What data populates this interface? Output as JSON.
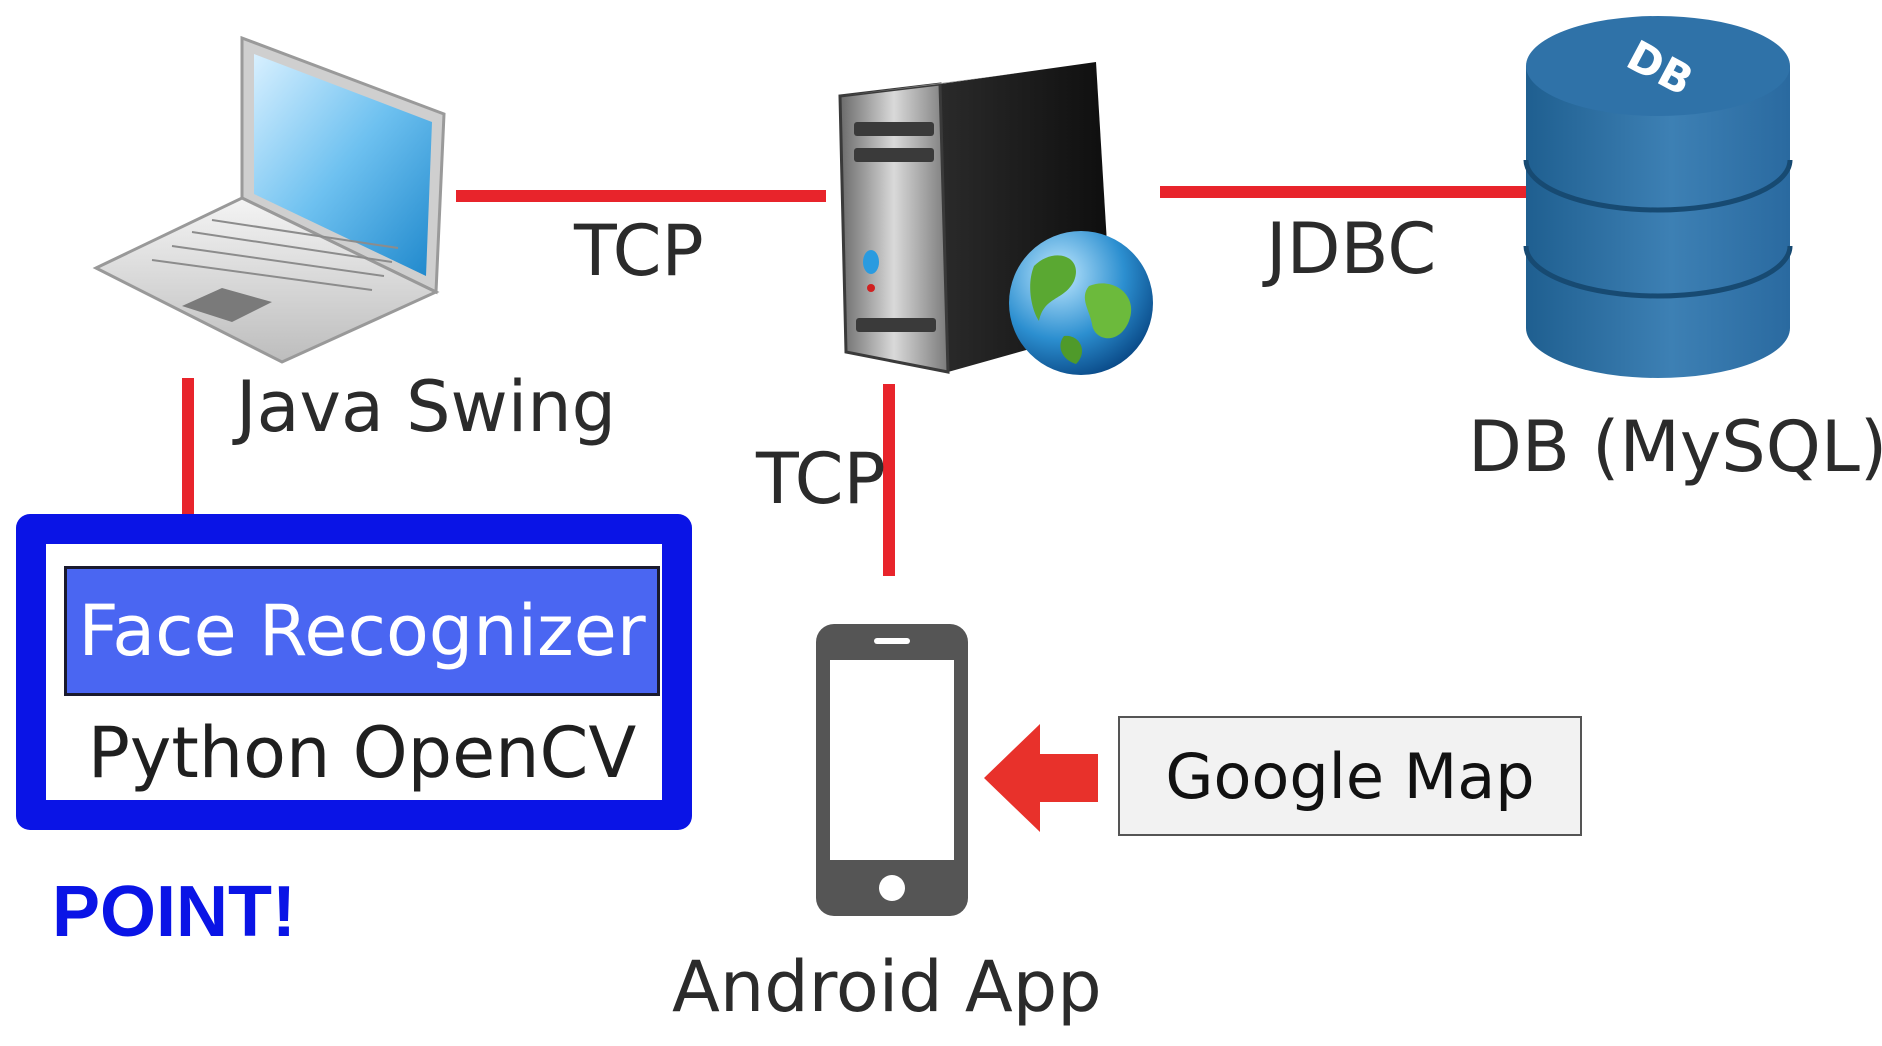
{
  "nodes": {
    "client": {
      "label": "Java Swing"
    },
    "database": {
      "label": "DB (MySQL)",
      "icon_text": "DB"
    },
    "mobile": {
      "label": "Android App"
    },
    "server": {
      "label": ""
    }
  },
  "connections": {
    "client_server": "TCP",
    "server_db": "JDBC",
    "server_mobile": "TCP"
  },
  "highlight": {
    "face_recognizer": "Face Recognizer",
    "opencv": "Python OpenCV",
    "point": "POINT!"
  },
  "external": {
    "google_map": "Google Map"
  },
  "colors": {
    "connector": "#e8242b",
    "highlight_border": "#0a14e6",
    "face_recognizer_fill": "#4a66f2",
    "arrow": "#e8312b"
  },
  "icons": {
    "client": "laptop-icon",
    "server": "server-tower-icon",
    "globe": "globe-icon",
    "database": "database-cylinder-icon",
    "mobile": "smartphone-icon",
    "arrow": "arrow-left-icon"
  }
}
